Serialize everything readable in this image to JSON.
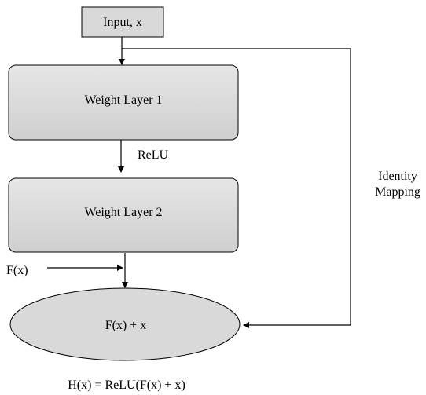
{
  "diagram": {
    "input_label": "Input, x",
    "layer1_label": "Weight Layer 1",
    "relu_label": "ReLU",
    "layer2_label": "Weight Layer 2",
    "fx_label": "F(x)",
    "sum_label": "F(x) + x",
    "identity_line1": "Identity",
    "identity_line2": "Mapping",
    "output_formula": "H(x) = ReLU(F(x) + x)"
  },
  "colors": {
    "box_fill": "#d9d9d9",
    "stroke": "#000000",
    "background": "#ffffff"
  }
}
